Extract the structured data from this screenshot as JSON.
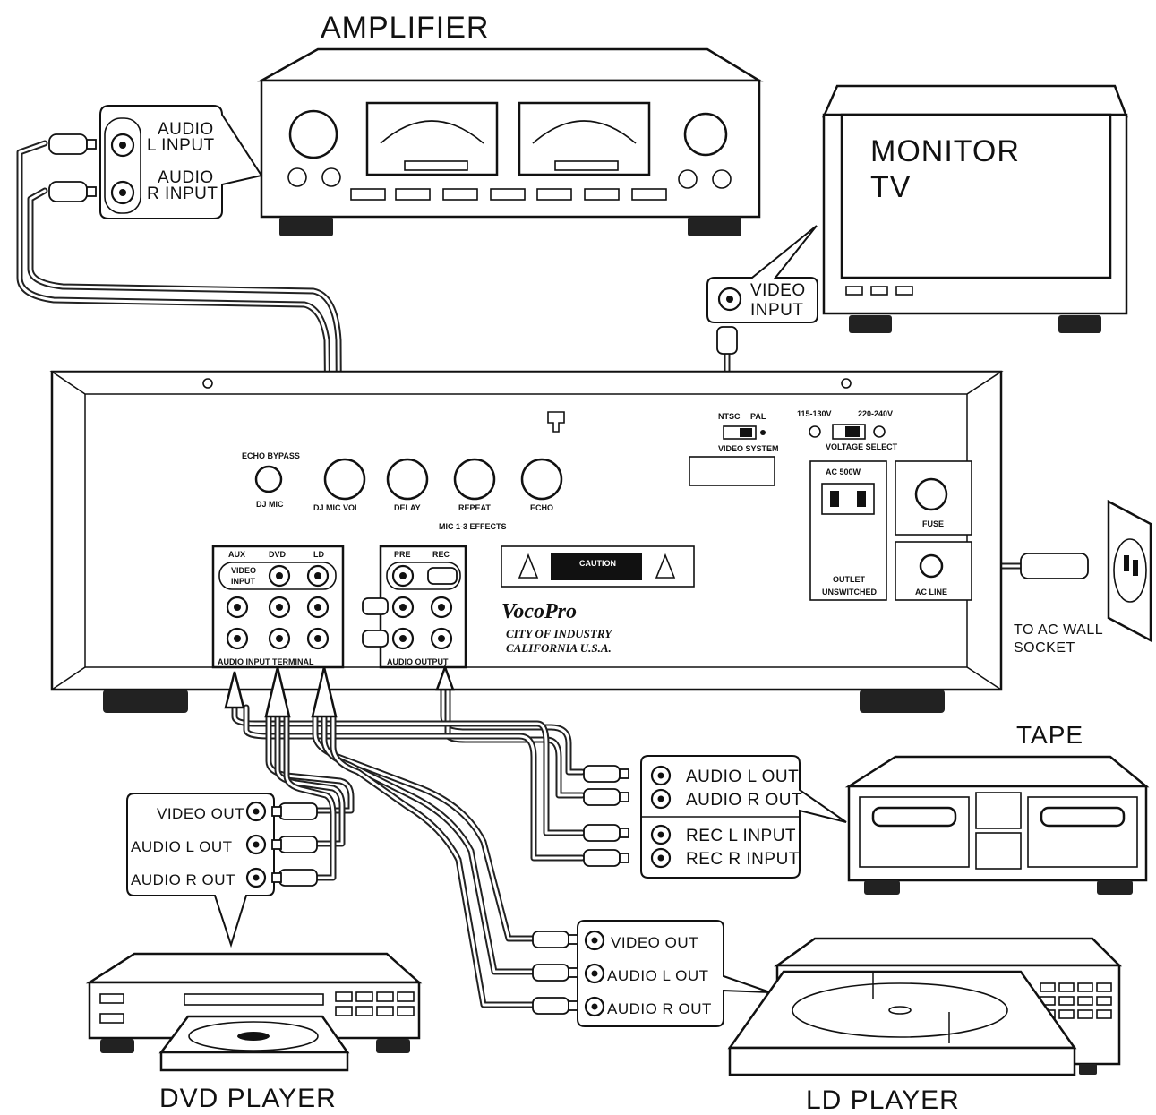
{
  "devices": {
    "amplifier": "AMPLIFIER",
    "monitor": [
      "MONITOR",
      "TV"
    ],
    "tape": "TAPE",
    "dvd": "DVD  PLAYER",
    "ld": "LD  PLAYER"
  },
  "callouts": {
    "amp_audio_l": [
      "AUDIO",
      "L  INPUT"
    ],
    "amp_audio_r": [
      "AUDIO",
      "R  INPUT"
    ],
    "tv_video": [
      "VIDEO",
      "INPUT"
    ],
    "tape": [
      "AUDIO  L  OUT",
      "AUDIO  R  OUT",
      "REC  L  INPUT",
      "REC  R  INPUT"
    ],
    "dvd": [
      "VIDEO OUT",
      "AUDIO  L  OUT",
      "AUDIO  R  OUT"
    ],
    "ld": [
      "VIDEO  OUT",
      "AUDIO  L  OUT",
      "AUDIO  R  OUT"
    ],
    "wall": [
      "TO AC  WALL",
      "SOCKET"
    ]
  },
  "main_panel": {
    "echo_bypass": "ECHO BYPASS",
    "dj_mic": "DJ MIC",
    "dj_mic_vol": "DJ MIC VOL",
    "delay": "DELAY",
    "repeat": "REPEAT",
    "echo": "ECHO",
    "effects": "MIC 1-3 EFFECTS",
    "input_cols": [
      "AUX",
      "DVD",
      "LD"
    ],
    "video_input": [
      "VIDEO",
      "INPUT"
    ],
    "audio_input_terminal": "AUDIO  INPUT  TERMINAL",
    "out_cols": [
      "PRE",
      "REC"
    ],
    "audio_output": "AUDIO  OUTPUT",
    "caution": "CAUTION",
    "brand": "VocoPro",
    "city": [
      "CITY OF INDUSTRY",
      "CALIFORNIA U.S.A."
    ],
    "voltage_left": "115-130V",
    "voltage_right": "220-240V",
    "voltage_select": "VOLTAGE SELECT",
    "ntsc_pal": [
      "NTSC",
      "PAL"
    ],
    "video_system": "VIDEO SYSTEM",
    "ac_outlet": "AC 500W",
    "outlet_unswitched": [
      "OUTLET",
      "UNSWITCHED"
    ],
    "fuse": "FUSE",
    "ac_line": "AC LINE"
  }
}
